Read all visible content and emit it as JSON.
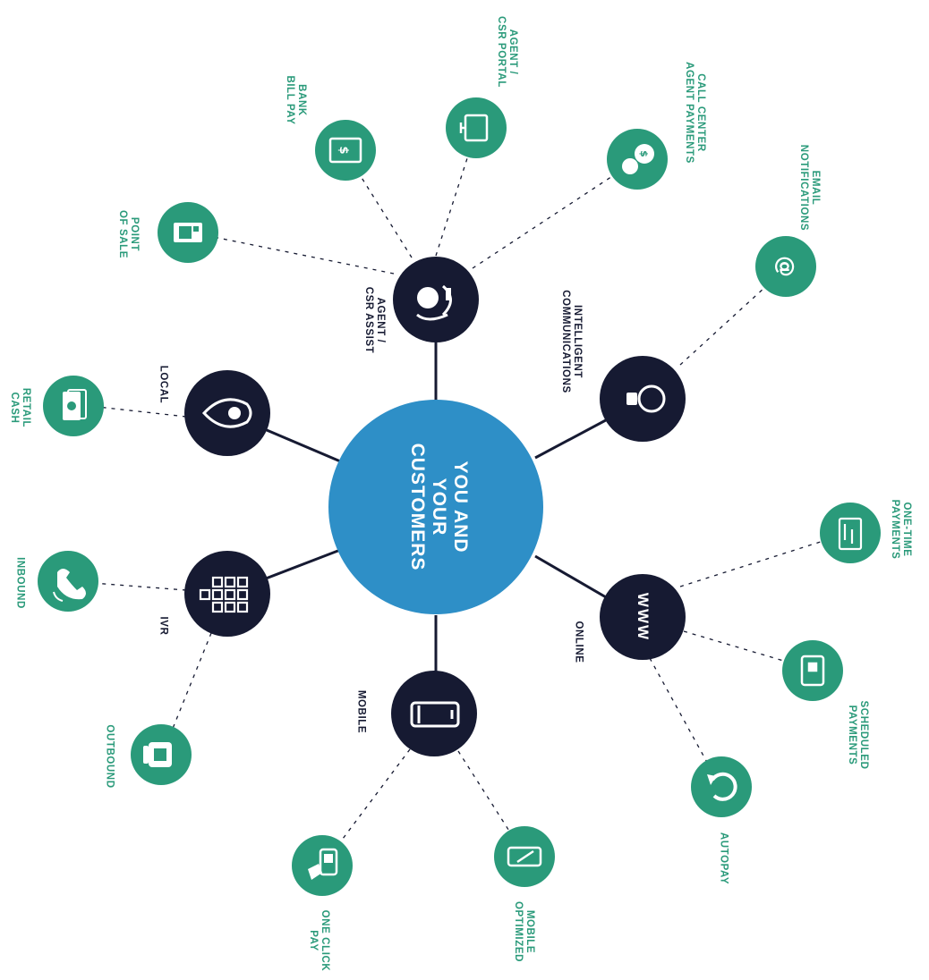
{
  "hub": {
    "text": "YOU AND\nYOUR\nCUSTOMERS",
    "color": "#2e8fc7"
  },
  "colors": {
    "navy": "#161a32",
    "green": "#2a9a7a",
    "green_light": "#3aa886",
    "line": "#161a32"
  },
  "channels": [
    {
      "id": "agent-csr-assist",
      "label": "AGENT /\nCSR ASSIST",
      "icon": "agent-headset-icon"
    },
    {
      "id": "local",
      "label": "LOCAL",
      "icon": "location-pin-icon"
    },
    {
      "id": "ivr",
      "label": "IVR",
      "icon": "keypad-icon"
    },
    {
      "id": "mobile",
      "label": "MOBILE",
      "icon": "smartphone-icon"
    },
    {
      "id": "online",
      "label": "ONLINE",
      "icon": "www-icon"
    },
    {
      "id": "intelligent-communications",
      "label": "INTELLIGENT\nCOMMUNICATIONS",
      "icon": "lightbulb-icon"
    }
  ],
  "options": [
    {
      "id": "point-of-sale",
      "label": "POINT\nOF SALE",
      "icon": "pos-terminal-icon",
      "parent": "agent-csr-assist"
    },
    {
      "id": "bank-bill-pay",
      "label": "BANK\nBILL PAY",
      "icon": "bank-bill-icon",
      "parent": "agent-csr-assist"
    },
    {
      "id": "agent-csr-portal",
      "label": "AGENT /\nCSR PORTAL",
      "icon": "monitor-icon",
      "parent": "agent-csr-assist"
    },
    {
      "id": "call-center-agent-payments",
      "label": "CALL CENTER\nAGENT PAYMENTS",
      "icon": "chat-dollar-icon",
      "parent": "agent-csr-assist"
    },
    {
      "id": "email-notifications",
      "label": "EMAIL\nNOTIFICATIONS",
      "icon": "at-sign-icon",
      "parent": "intelligent-communications"
    },
    {
      "id": "retail-cash",
      "label": "RETAIL\nCASH",
      "icon": "cash-icon",
      "parent": "local"
    },
    {
      "id": "inbound",
      "label": "INBOUND",
      "icon": "phone-inbound-icon",
      "parent": "ivr"
    },
    {
      "id": "outbound",
      "label": "OUTBOUND",
      "icon": "desk-phone-icon",
      "parent": "ivr"
    },
    {
      "id": "one-click-pay",
      "label": "ONE CLICK\nPAY",
      "icon": "tap-pay-icon",
      "parent": "mobile"
    },
    {
      "id": "mobile-optimized",
      "label": "MOBILE\nOPTIMIZED",
      "icon": "mobile-optimized-icon",
      "parent": "mobile"
    },
    {
      "id": "autopay",
      "label": "AUTOPAY",
      "icon": "refresh-icon",
      "parent": "online"
    },
    {
      "id": "scheduled-payments",
      "label": "SCHEDULED\nPAYMENTS",
      "icon": "credit-card-icon",
      "parent": "online"
    },
    {
      "id": "one-time-payments",
      "label": "ONE-TIME\nPAYMENTS",
      "icon": "check-icon",
      "parent": "online"
    }
  ]
}
